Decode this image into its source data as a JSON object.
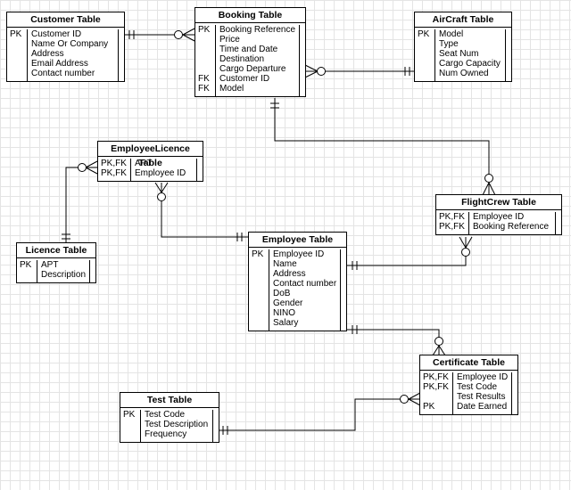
{
  "entities": {
    "customer": {
      "title": "Customer Table",
      "rows": [
        {
          "key": "PK",
          "attr": "Customer ID"
        },
        {
          "key": "",
          "attr": "Name Or Company"
        },
        {
          "key": "",
          "attr": "Address"
        },
        {
          "key": "",
          "attr": "Email Address"
        },
        {
          "key": "",
          "attr": "Contact number"
        }
      ]
    },
    "booking": {
      "title": "Booking Table",
      "rows": [
        {
          "key": "PK",
          "attr": "Booking Reference"
        },
        {
          "key": "",
          "attr": "Price"
        },
        {
          "key": "",
          "attr": "Time and Date"
        },
        {
          "key": "",
          "attr": "Destination"
        },
        {
          "key": "",
          "attr": "Cargo Departure"
        },
        {
          "key": "FK",
          "attr": "Customer ID"
        },
        {
          "key": "FK",
          "attr": "Model"
        }
      ]
    },
    "aircraft": {
      "title": "AirCraft Table",
      "rows": [
        {
          "key": "PK",
          "attr": "Model"
        },
        {
          "key": "",
          "attr": "Type"
        },
        {
          "key": "",
          "attr": "Seat Num"
        },
        {
          "key": "",
          "attr": "Cargo Capacity"
        },
        {
          "key": "",
          "attr": "Num Owned"
        }
      ]
    },
    "employee_licence": {
      "title": "EmployeeLicence Table",
      "rows": [
        {
          "key": "PK,FK",
          "attr": "APT"
        },
        {
          "key": "PK,FK",
          "attr": "Employee ID"
        }
      ]
    },
    "flight_crew": {
      "title": "FlightCrew Table",
      "rows": [
        {
          "key": "PK,FK",
          "attr": "Employee ID"
        },
        {
          "key": "PK,FK",
          "attr": "Booking Reference"
        }
      ]
    },
    "licence": {
      "title": "Licence Table",
      "rows": [
        {
          "key": "PK",
          "attr": "APT"
        },
        {
          "key": "",
          "attr": "Description"
        }
      ]
    },
    "employee": {
      "title": "Employee Table",
      "rows": [
        {
          "key": "PK",
          "attr": "Employee ID"
        },
        {
          "key": "",
          "attr": "Name"
        },
        {
          "key": "",
          "attr": "Address"
        },
        {
          "key": "",
          "attr": "Contact number"
        },
        {
          "key": "",
          "attr": "DoB"
        },
        {
          "key": "",
          "attr": "Gender"
        },
        {
          "key": "",
          "attr": "NINO"
        },
        {
          "key": "",
          "attr": "Salary"
        }
      ]
    },
    "certificate": {
      "title": "Certificate Table",
      "rows": [
        {
          "key": "PK,FK",
          "attr": "Employee ID"
        },
        {
          "key": "PK,FK",
          "attr": "Test Code"
        },
        {
          "key": "",
          "attr": "Test Results"
        },
        {
          "key": "PK",
          "attr": "Date Earned"
        }
      ]
    },
    "test": {
      "title": "Test Table",
      "rows": [
        {
          "key": "PK",
          "attr": "Test Code"
        },
        {
          "key": "",
          "attr": "Test Description"
        },
        {
          "key": "",
          "attr": "Frequency"
        }
      ]
    }
  }
}
